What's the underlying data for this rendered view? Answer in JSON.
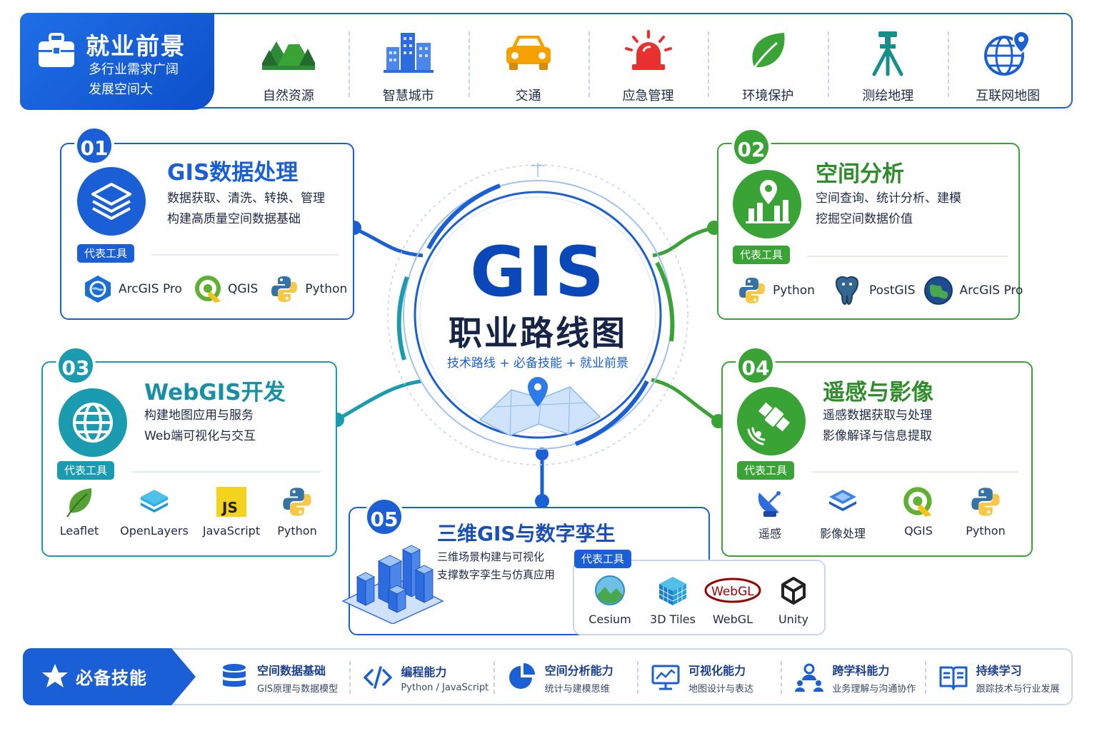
{
  "career": {
    "title": "就业前景",
    "sub1": "多行业需求广阔",
    "sub2": "发展空间大",
    "industries": [
      {
        "label": "自然资源",
        "icon": "mountain-forest-icon"
      },
      {
        "label": "智慧城市",
        "icon": "city-buildings-icon"
      },
      {
        "label": "交通",
        "icon": "car-icon"
      },
      {
        "label": "应急管理",
        "icon": "alarm-light-icon"
      },
      {
        "label": "环境保护",
        "icon": "leaf-icon"
      },
      {
        "label": "测绘地理",
        "icon": "survey-tripod-icon"
      },
      {
        "label": "互联网地图",
        "icon": "globe-pin-icon"
      }
    ]
  },
  "center": {
    "gis": "GIS",
    "title": "职业路线图",
    "subtitle": "技术路线 + 必备技能 + 就业前景"
  },
  "modules": {
    "m1": {
      "num": "01",
      "title": "GIS数据处理",
      "desc1": "数据获取、清洗、转换、管理",
      "desc2": "构建高质量空间数据基础",
      "tag": "代表工具",
      "tools": [
        {
          "label": "ArcGIS Pro",
          "icon": "arcgis-pro-icon"
        },
        {
          "label": "QGIS",
          "icon": "qgis-icon"
        },
        {
          "label": "Python",
          "icon": "python-icon"
        }
      ]
    },
    "m2": {
      "num": "02",
      "title": "空间分析",
      "desc1": "空间查询、统计分析、建模",
      "desc2": "挖掘空间数据价值",
      "tag": "代表工具",
      "tools": [
        {
          "label": "Python",
          "icon": "python-icon"
        },
        {
          "label": "PostGIS",
          "icon": "postgis-elephant-icon"
        },
        {
          "label": "ArcGIS Pro",
          "icon": "arcgis-globe-icon"
        }
      ]
    },
    "m3": {
      "num": "03",
      "title": "WebGIS开发",
      "desc1": "构建地图应用与服务",
      "desc2": "Web端可视化与交互",
      "tag": "代表工具",
      "tools": [
        {
          "label": "Leaflet",
          "icon": "leaflet-icon"
        },
        {
          "label": "OpenLayers",
          "icon": "openlayers-icon"
        },
        {
          "label": "JavaScript",
          "icon": "javascript-icon"
        },
        {
          "label": "Python",
          "icon": "python-icon"
        }
      ]
    },
    "m4": {
      "num": "04",
      "title": "遥感与影像",
      "desc1": "遥感数据获取与处理",
      "desc2": "影像解译与信息提取",
      "tag": "代表工具",
      "tools": [
        {
          "label": "遥感",
          "icon": "satellite-dish-icon"
        },
        {
          "label": "影像处理",
          "icon": "image-layers-icon"
        },
        {
          "label": "QGIS",
          "icon": "qgis-icon"
        },
        {
          "label": "Python",
          "icon": "python-icon"
        }
      ]
    },
    "m5": {
      "num": "05",
      "title": "三维GIS与数字孪生",
      "desc1": "三维场景构建与可视化",
      "desc2": "支撑数字孪生与仿真应用",
      "tag": "代表工具",
      "tools": [
        {
          "label": "Cesium",
          "icon": "cesium-icon"
        },
        {
          "label": "3D Tiles",
          "icon": "3d-tiles-cube-icon"
        },
        {
          "label": "WebGL",
          "icon": "webgl-logo-icon",
          "logo_text": "WebGL"
        },
        {
          "label": "Unity",
          "icon": "unity-icon"
        }
      ]
    }
  },
  "skills": {
    "title": "必备技能",
    "items": [
      {
        "title": "空间数据基础",
        "desc": "GIS原理与数据模型",
        "icon": "database-icon"
      },
      {
        "title": "编程能力",
        "desc": "Python / JavaScript",
        "icon": "code-icon"
      },
      {
        "title": "空间分析能力",
        "desc": "统计与建模思维",
        "icon": "pie-chart-icon"
      },
      {
        "title": "可视化能力",
        "desc": "地图设计与表达",
        "icon": "monitor-chart-icon"
      },
      {
        "title": "跨学科能力",
        "desc": "业务理解与沟通协作",
        "icon": "team-icon"
      },
      {
        "title": "持续学习",
        "desc": "跟踪技术与行业发展",
        "icon": "book-icon"
      }
    ]
  },
  "colors": {
    "blue": "#1a5fd6",
    "green": "#3aa335",
    "teal": "#1a9bb0"
  }
}
